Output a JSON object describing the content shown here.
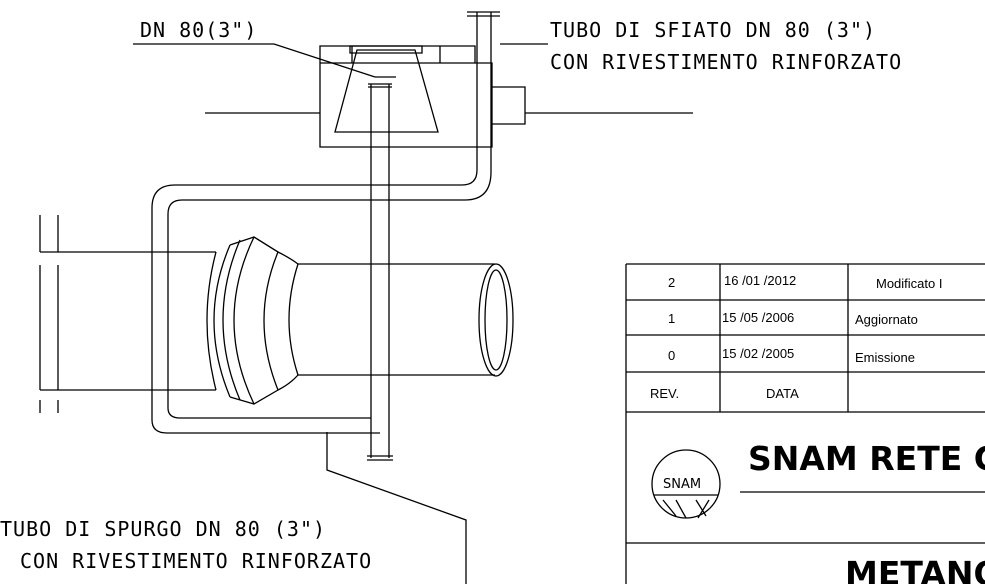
{
  "labels": {
    "dn_top": "DN 80(3\")",
    "vent_line1": "TUBO DI SFIATO DN 80 (3\")",
    "vent_line2": "CON RIVESTIMENTO RINFORZATO",
    "purge_line1": "TUBO DI SPURGO DN 80 (3\")",
    "purge_line2": "CON RIVESTIMENTO RINFORZATO"
  },
  "revisions": [
    {
      "rev": "2",
      "date": "16 /01 /2012",
      "desc": "Modificato I"
    },
    {
      "rev": "1",
      "date": "15 /05 /2006",
      "desc": "Aggiornato"
    },
    {
      "rev": "0",
      "date": "15 /02 /2005",
      "desc": "Emissione"
    }
  ],
  "revision_header": {
    "rev": "REV.",
    "date": "DATA"
  },
  "company": {
    "name": "SNAM RETE G",
    "logo_text": "SNAM"
  },
  "bottom_cut_text": "METANOD"
}
